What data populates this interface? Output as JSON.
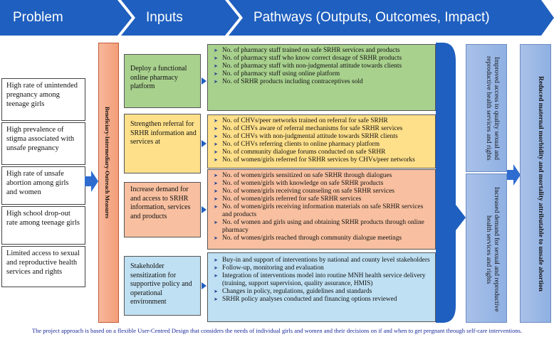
{
  "header": {
    "problem": "Problem",
    "inputs": "Inputs",
    "pathways": "Pathways (Outputs, Outcomes, Impact)"
  },
  "problems": [
    "High rate of unintended pregnancy among teenage girls",
    "High prevalence of stigma associated with unsafe pregnancy",
    "High rate of unsafe abortion among girls and women",
    "High school drop-out rate among teenage girls",
    "Limited access to sexual and reproductive health services and rights"
  ],
  "measures_label": "Beneficiary-Intermediary-Outreach Measures",
  "inputs": [
    "Deploy a functional online pharmacy platform",
    "Strengthen referral for SRHR information and services at",
    "Increase demand for and access to SRHR information, services and products",
    "Stakeholder sensitization for supportive policy and operational environment"
  ],
  "outputs": [
    [
      "No. of pharmacy staff trained on safe SRHR services and products",
      "No. of pharmacy staff who know correct dosage of SRHR products",
      "No. of pharmacy staff with non-judgmental attitude towards clients",
      "No. of pharmacy staff using online platform",
      "No. of SRHR products including contraceptives sold"
    ],
    [
      "No. of CHVs/peer networks trained on referral for safe SRHR",
      "No. of CHVs aware of referral mechanisms for safe SRHR services",
      "No. of CHVs with non-judgmental attitude towards SRHR clients",
      "No. of CHVs referring clients to online pharmacy platform",
      "No. of community dialogue forums conducted on safe SRHR",
      "No. of women/girls referred for SRHR services by CHVs/peer networks"
    ],
    [
      "No. of women/girls sensitized on safe SRHR through dialogues",
      "No. of women/girls with knowledge on safe SRHR products",
      "No. of women/girls receiving counseling on safe SRHR services",
      "No. of women/girls referred for safe SRHR services",
      "No. of women/girls receiving information materials on safe SRHR services and products",
      "No. of women and girls using and obtaining SRHR products through online pharmacy",
      "No. of women/girls reached through community dialogue meetings"
    ],
    [
      "Buy-in and support of interventions by national and county level stakeholders",
      "Follow-up, monitoring and evaluation",
      "Integration of interventions model into routine MNH health service delivery (training, support supervision, quality assurance, HMIS)",
      "Changes in policy, regulations, guidelines and standards",
      "SRHR policy analyses conducted and financing options reviewed"
    ]
  ],
  "outcomes": [
    "Improved access to quality sexual and reproductive health services and rights",
    "Increased demand for sexual and reproductive health services and rights"
  ],
  "impact": "Reduced maternal morbidity and mortality attributable to unsafe abortion",
  "footer": "The project approach is based on a flexible User-Centred Design that considers the needs of individual girls and women and their decisions on if and when to get pregnant through self-care interventions.",
  "colors": {
    "header": "#1f5fbf",
    "input1": "#a9d18e",
    "input2": "#ffe08a",
    "input3": "#f8c0a0",
    "input4": "#bfe0f2",
    "measures": "#f4a582",
    "outcomes": "#9bb7e4"
  }
}
